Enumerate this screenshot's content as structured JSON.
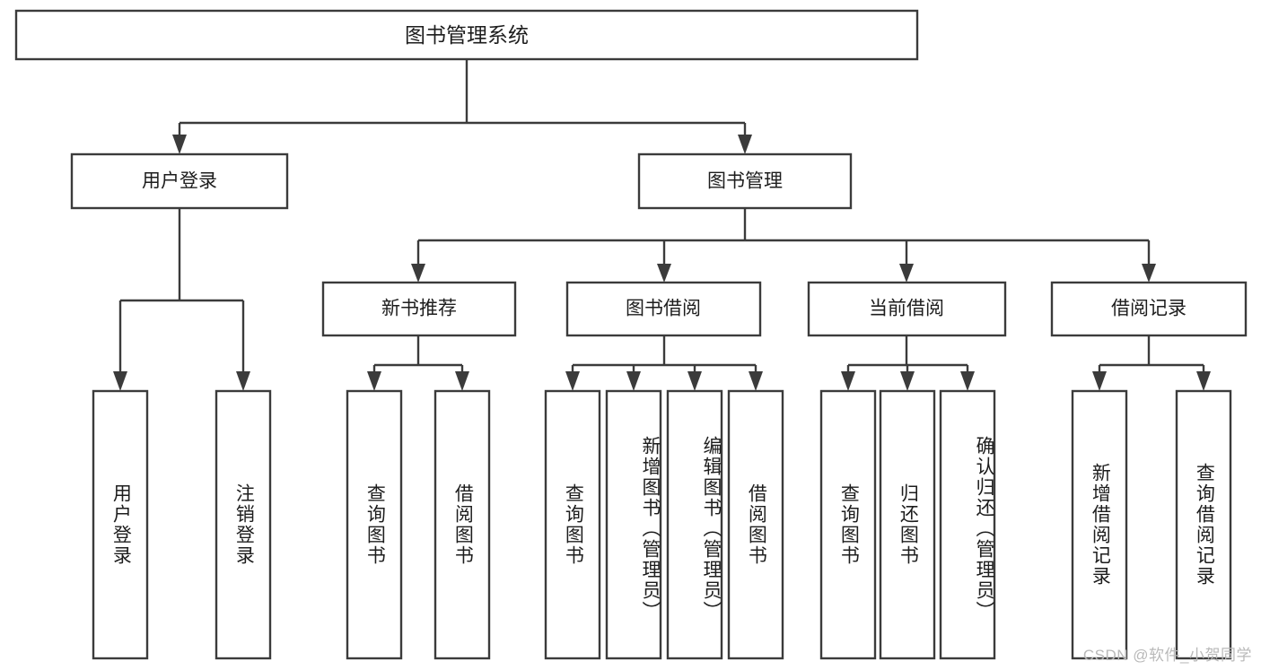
{
  "diagram": {
    "type": "tree-hierarchy",
    "title": "图书管理系统",
    "root": {
      "label": "图书管理系统"
    },
    "level1": [
      {
        "label": "用户登录"
      },
      {
        "label": "图书管理"
      }
    ],
    "level2": [
      {
        "label": "新书推荐",
        "parent": "图书管理"
      },
      {
        "label": "图书借阅",
        "parent": "图书管理"
      },
      {
        "label": "当前借阅",
        "parent": "图书管理"
      },
      {
        "label": "借阅记录",
        "parent": "图书管理"
      }
    ],
    "leaves": {
      "user_login": [
        {
          "label": "用户登录"
        },
        {
          "label": "注销登录"
        }
      ],
      "new_book_recommend": [
        {
          "label": "查询图书"
        },
        {
          "label": "借阅图书"
        }
      ],
      "book_borrow": [
        {
          "label": "查询图书"
        },
        {
          "label": "新增图书（管理员）"
        },
        {
          "label": "编辑图书（管理员）"
        },
        {
          "label": "借阅图书"
        }
      ],
      "current_borrow": [
        {
          "label": "查询图书"
        },
        {
          "label": "归还图书"
        },
        {
          "label": "确认归还（管理员）"
        }
      ],
      "borrow_record": [
        {
          "label": "新增借阅记录"
        },
        {
          "label": "查询借阅记录"
        }
      ]
    }
  },
  "watermark": {
    "text": "CSDN @软件_小贺同学"
  },
  "colors": {
    "box_stroke": "#3b3b3b",
    "box_fill": "#ffffff",
    "text": "#1d1d1d",
    "background": "#ffffff",
    "watermark": "#b9b9b9"
  }
}
